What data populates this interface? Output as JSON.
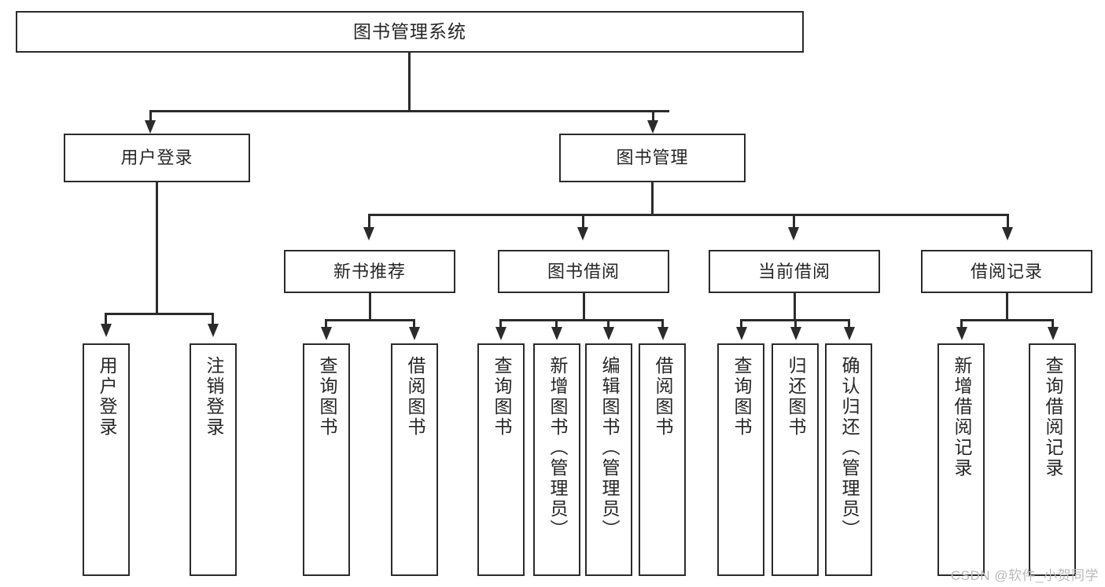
{
  "diagram": {
    "type": "tree-hierarchy-chart",
    "title": "图书管理系统",
    "root": {
      "id": "root",
      "label": "图书管理系统"
    },
    "level2": [
      {
        "id": "user-login",
        "label": "用户登录"
      },
      {
        "id": "book-management",
        "label": "图书管理"
      }
    ],
    "level3": [
      {
        "id": "new-book-recommend",
        "label": "新书推荐"
      },
      {
        "id": "book-borrow",
        "label": "图书借阅"
      },
      {
        "id": "current-borrow",
        "label": "当前借阅"
      },
      {
        "id": "borrow-record",
        "label": "借阅记录"
      }
    ],
    "leaves": {
      "user_login": [
        {
          "id": "leaf-user-login",
          "label": "用户登录"
        },
        {
          "id": "leaf-logout-login",
          "label": "注销登录"
        }
      ],
      "new_book_recommend": [
        {
          "id": "leaf-query-book-1",
          "label": "查询图书"
        },
        {
          "id": "leaf-borrow-book-1",
          "label": "借阅图书"
        }
      ],
      "book_borrow": [
        {
          "id": "leaf-query-book-2",
          "label": "查询图书"
        },
        {
          "id": "leaf-add-book",
          "label": "新增图书（管理员）"
        },
        {
          "id": "leaf-edit-book",
          "label": "编辑图书（管理员）"
        },
        {
          "id": "leaf-borrow-book-2",
          "label": "借阅图书"
        }
      ],
      "current_borrow": [
        {
          "id": "leaf-query-book-3",
          "label": "查询图书"
        },
        {
          "id": "leaf-return-book",
          "label": "归还图书"
        },
        {
          "id": "leaf-confirm-return",
          "label": "确认归还（管理员）"
        }
      ],
      "borrow_record": [
        {
          "id": "leaf-add-record",
          "label": "新增借阅记录"
        },
        {
          "id": "leaf-query-record",
          "label": "查询借阅记录"
        }
      ]
    },
    "watermark": "CSDN @软件_小贺同学",
    "colors": {
      "stroke": "#2b2b2b",
      "fill": "#ffffff",
      "text": "#262626",
      "watermark": "#b9b9b9",
      "background": "#ffffff"
    }
  }
}
